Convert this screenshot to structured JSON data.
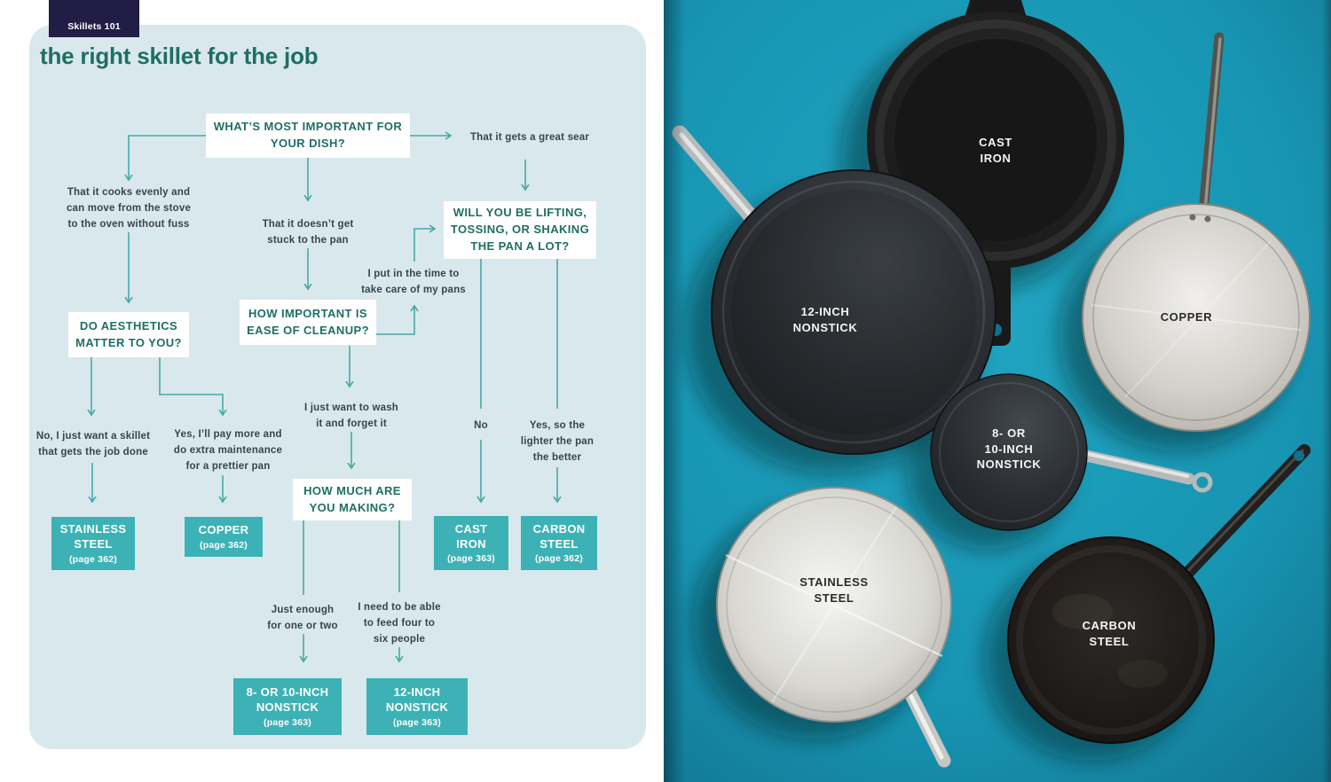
{
  "page": {
    "tab_label": "Skillets 101",
    "title": "the right skillet for the job"
  },
  "flowchart": {
    "q_what": "WHAT’S MOST IMPORTANT FOR\nYOUR DISH?",
    "q_lifting": "WILL YOU BE LIFTING,\nTOSSING, OR SHAKING\nTHE PAN A LOT?",
    "q_aesthetics": "DO AESTHETICS\nMATTER TO YOU?",
    "q_cleanup": "HOW IMPORTANT IS\nEASE OF CLEANUP?",
    "q_how_much": "HOW MUCH ARE\nYOU MAKING?",
    "a_evenly": "That it cooks evenly and\ncan move from the stove\nto the oven without fuss",
    "a_sear": "That it gets a great sear",
    "a_stuck": "That it doesn’t get\nstuck to the pan",
    "a_time": "I put in the time to\ntake care of my pans",
    "a_wash": "I just want to wash\nit and forget it",
    "a_no": "No",
    "a_yes_lighter": "Yes, so the\nlighter the pan\nthe better",
    "a_no_job": "No, I just want a skillet\nthat gets the job done",
    "a_yes_pay": "Yes, I’ll pay more and\ndo extra maintenance\nfor a prettier pan",
    "a_one_two": "Just enough\nfor one or two",
    "a_four_six": "I need to be able\nto feed four to\nsix people",
    "results": {
      "stainless": {
        "name": "STAINLESS\nSTEEL",
        "page": "(page 362)"
      },
      "copper": {
        "name": "COPPER",
        "page": "(page 362)"
      },
      "cast_iron": {
        "name": "CAST\nIRON",
        "page": "(page 363)"
      },
      "carbon": {
        "name": "CARBON\nSTEEL",
        "page": "(page 362)"
      },
      "small_nonstick": {
        "name": "8- OR 10-INCH\nNONSTICK",
        "page": "(page 363)"
      },
      "large_nonstick": {
        "name": "12-INCH\nNONSTICK",
        "page": "(page 363)"
      }
    }
  },
  "photo": {
    "pan_labels": {
      "cast_iron": "CAST\nIRON",
      "nonstick_12": "12-INCH\nNONSTICK",
      "copper": "COPPER",
      "nonstick_8_10": "8- OR\n10-INCH\nNONSTICK",
      "stainless": "STAINLESS\nSTEEL",
      "carbon": "CARBON\nSTEEL"
    }
  },
  "colors": {
    "panel_bg": "#d9e8ec",
    "tab_bg": "#221d44",
    "heading_teal": "#1e6f63",
    "connector_teal": "#46a9a6",
    "result_box_teal": "#3cb2b6",
    "answer_text": "#36454f",
    "photo_background_teal": "#1795b3"
  }
}
